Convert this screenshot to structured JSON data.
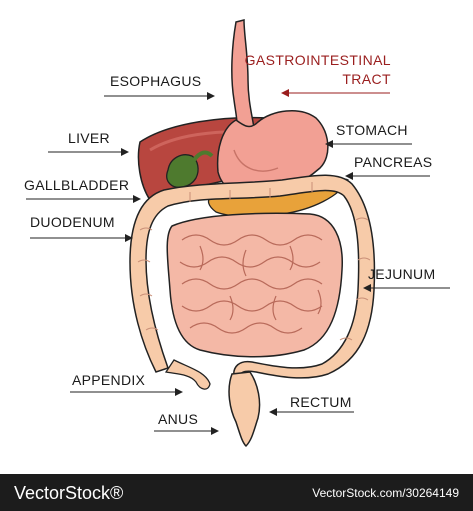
{
  "title": {
    "line1": "GASTROINTESTINAL",
    "line2": "TRACT",
    "color": "#9a1e1e"
  },
  "labels": {
    "esophagus": "ESOPHAGUS",
    "liver": "LIVER",
    "gallbladder": "GALLBLADDER",
    "duodenum": "DUODENUM",
    "appendix": "APPENDIX",
    "anus": "ANUS",
    "stomach": "STOMACH",
    "pancreas": "PANCREAS",
    "jejunum": "JEJUNUM",
    "rectum": "RECTUM"
  },
  "colors": {
    "liver": "#b8463f",
    "gallbladder": "#4e7a2e",
    "stomach": "#f2a094",
    "pancreas": "#e8a23a",
    "intestine": "#f4b8a6",
    "colon": "#f7cba9",
    "outline": "#222222"
  },
  "footer": {
    "brand": "VectorStock®",
    "url": "VectorStock.com/30264149"
  }
}
